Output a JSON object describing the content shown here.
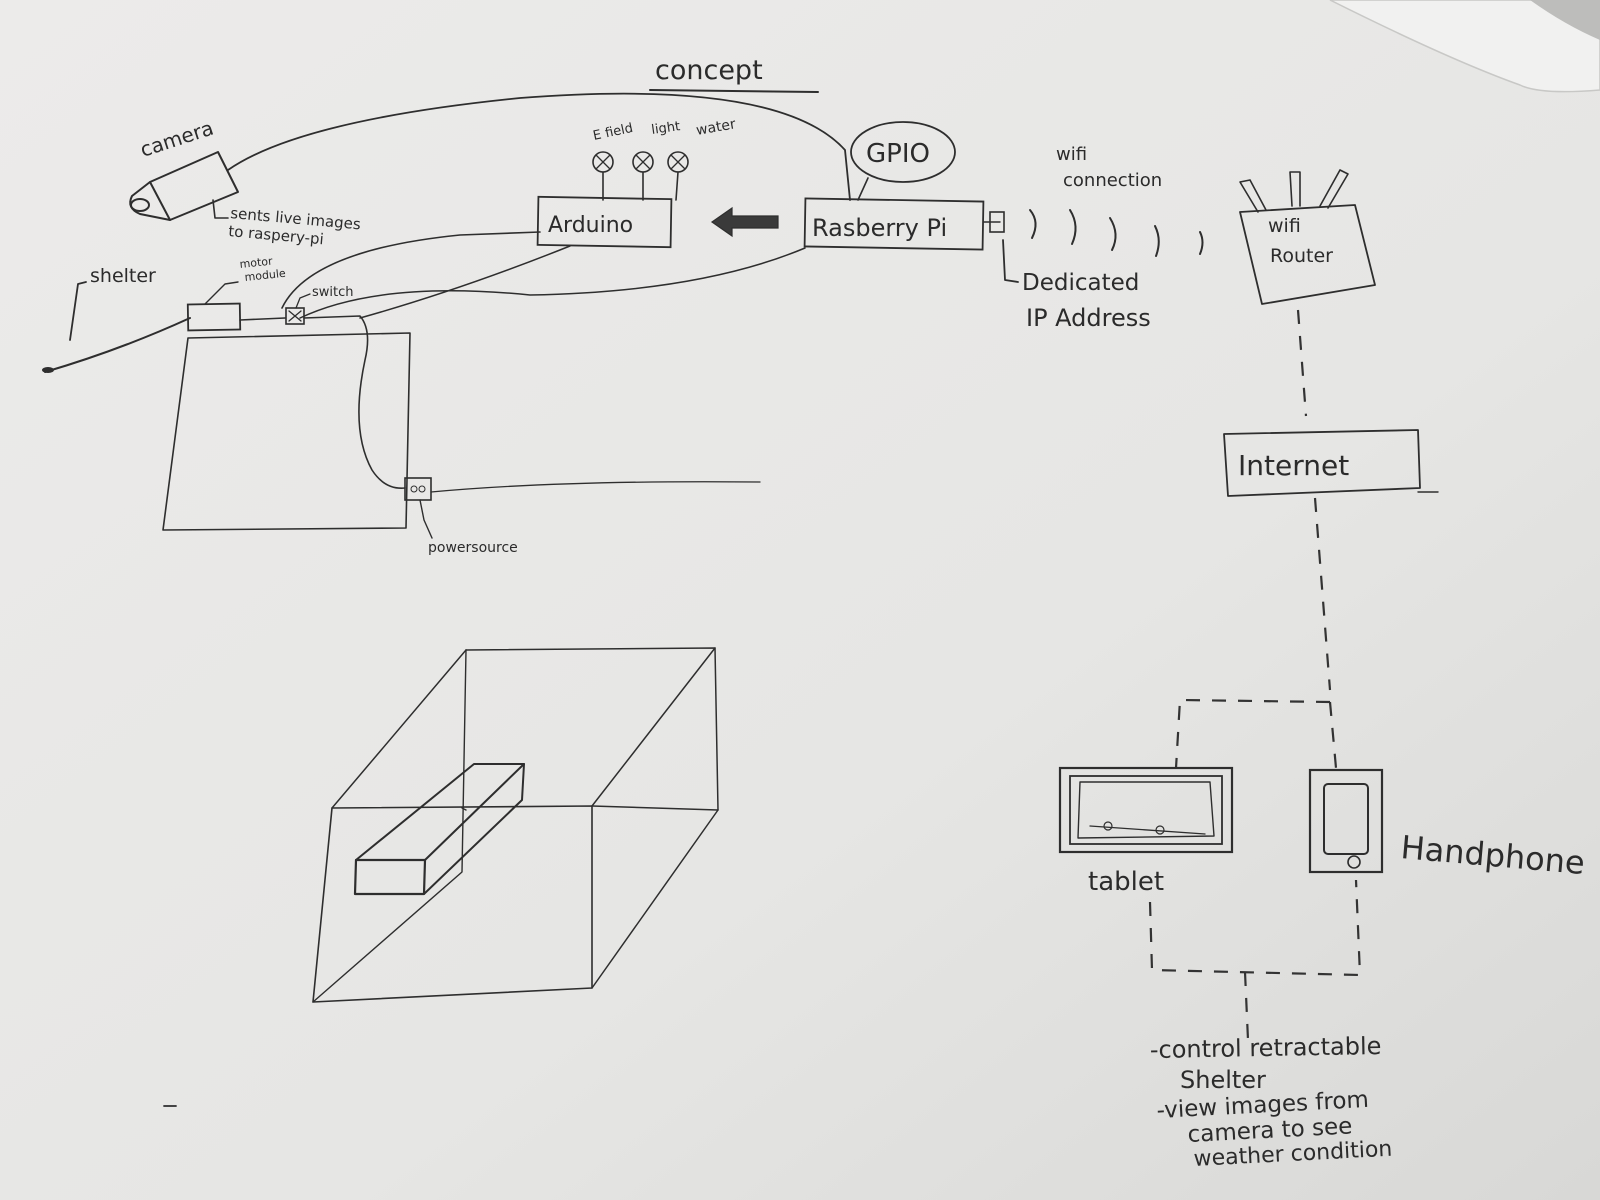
{
  "title": "concept",
  "labels": {
    "camera": "camera",
    "camera_note_1": "sents live images",
    "camera_note_2": "to raspery-pi",
    "shelter": "shelter",
    "motor_module_1": "motor",
    "motor_module_2": "module",
    "switch": "switch",
    "powersource": "powersource",
    "arduino": "Arduino",
    "sensor_e_field": "E field",
    "sensor_light": "light",
    "sensor_water": "water",
    "gpio": "GPIO",
    "raspberry_pi": "Rasberry Pi",
    "wifi_connection_1": "wifi",
    "wifi_connection_2": "connection",
    "wifi_router_1": "wifi",
    "wifi_router_2": "Router",
    "dedicated_ip_1": "Dedicated",
    "dedicated_ip_2": "IP Address",
    "internet": "Internet",
    "tablet": "tablet",
    "handphone": "Handphone",
    "note_1": "-control retractable",
    "note_2": "Shelter",
    "note_3": "-view images from",
    "note_4": "camera to see",
    "note_5": "weather condition"
  },
  "colors": {
    "paper": "#e9e9e7",
    "ink": "#2e2e2e",
    "background": "#9a9a98"
  }
}
